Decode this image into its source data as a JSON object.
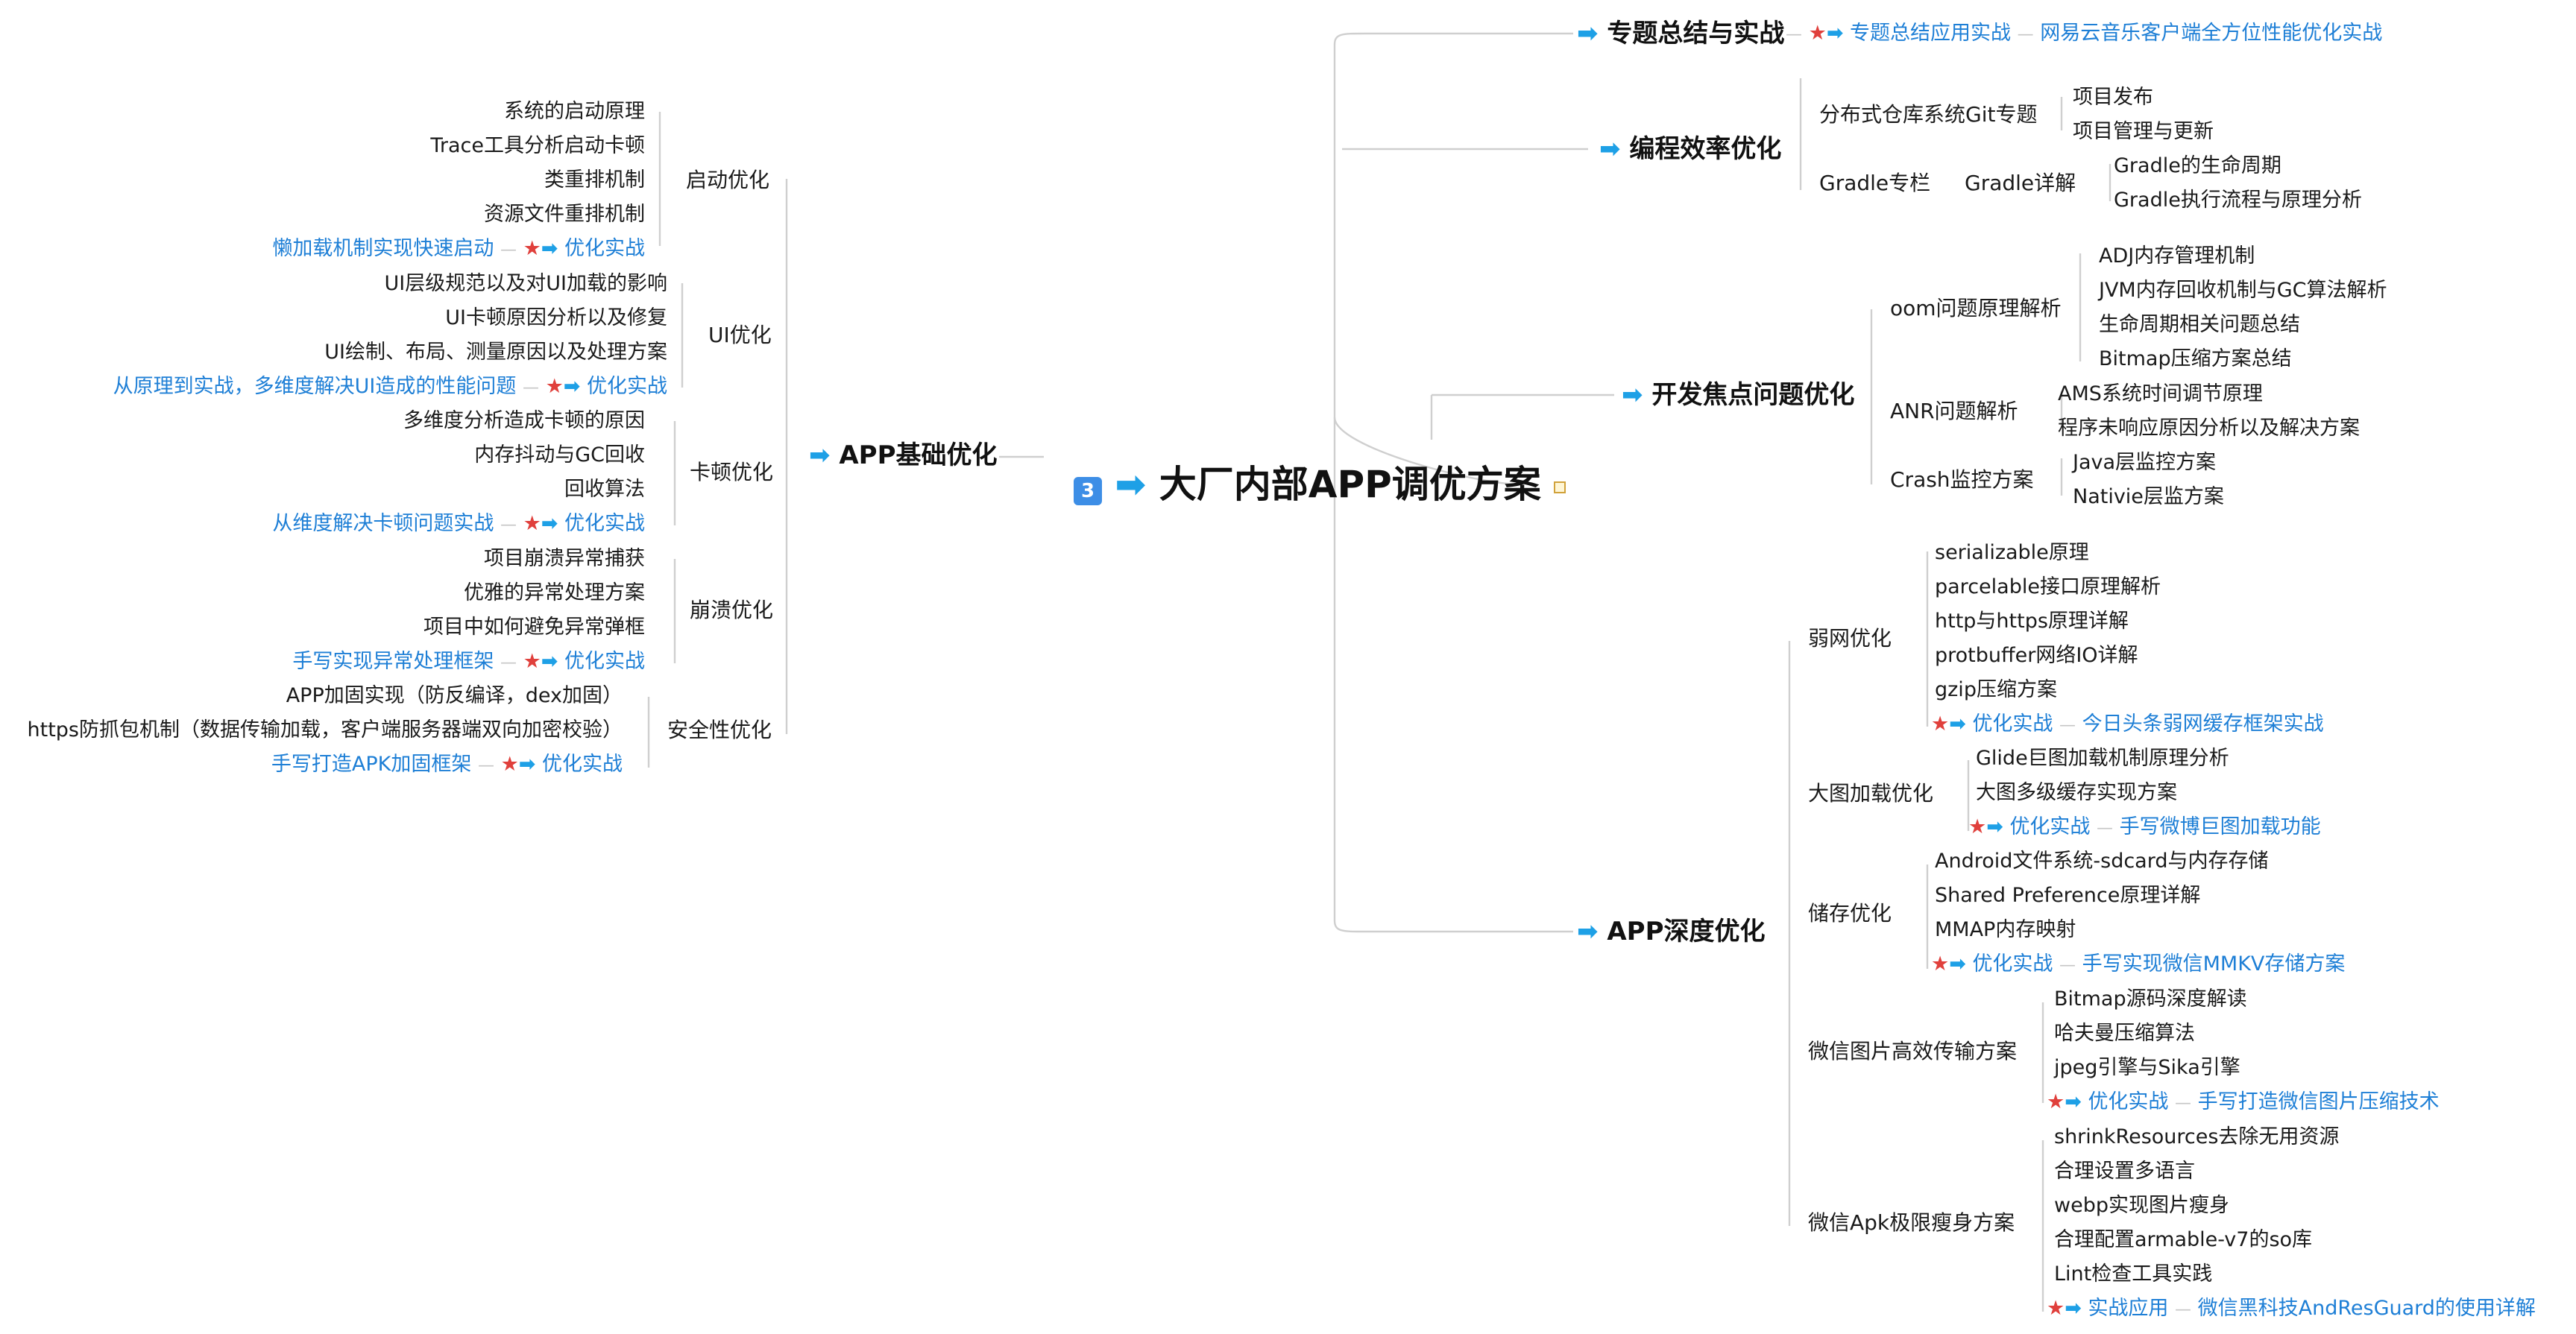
{
  "root": {
    "badge": "3",
    "title": "大厂内部APP调优方案"
  },
  "left": {
    "title": "APP基础优化",
    "groups": [
      {
        "label": "启动优化",
        "items": [
          "系统的启动原理",
          "Trace工具分析启动卡顿",
          "类重排机制",
          "资源文件重排机制"
        ],
        "practice": {
          "link": "懒加载机制实现快速启动",
          "label": "优化实战"
        }
      },
      {
        "label": "UI优化",
        "items": [
          "UI层级规范以及对UI加载的影响",
          "UI卡顿原因分析以及修复",
          "UI绘制、布局、测量原因以及处理方案"
        ],
        "practice": {
          "link": "从原理到实战，多维度解决UI造成的性能问题",
          "label": "优化实战"
        }
      },
      {
        "label": "卡顿优化",
        "items": [
          "多维度分析造成卡顿的原因",
          "内存抖动与GC回收",
          "回收算法"
        ],
        "practice": {
          "link": "从维度解决卡顿问题实战",
          "label": "优化实战"
        }
      },
      {
        "label": "崩溃优化",
        "items": [
          "项目崩溃异常捕获",
          "优雅的异常处理方案",
          "项目中如何避免异常弹框"
        ],
        "practice": {
          "link": "手写实现异常处理框架",
          "label": "优化实战"
        }
      },
      {
        "label": "安全性优化",
        "items": [
          "APP加固实现（防反编译，dex加固）",
          "https防抓包机制（数据传输加载，客户端服务器端双向加密校验）"
        ],
        "practice": {
          "link": "手写打造APK加固框架",
          "label": "优化实战"
        }
      }
    ]
  },
  "topics": {
    "title": "专题总结与实战",
    "practice": "专题总结应用实战",
    "link": "网易云音乐客户端全方位性能优化实战"
  },
  "efficiency": {
    "title": "编程效率优化",
    "git": {
      "label": "分布式仓库系统Git专题",
      "items": [
        "项目发布",
        "项目管理与更新"
      ]
    },
    "gradle": {
      "label": "Gradle专栏",
      "sub": "Gradle详解",
      "items": [
        "Gradle的生命周期",
        "Gradle执行流程与原理分析"
      ]
    }
  },
  "focus": {
    "title": "开发焦点问题优化",
    "groups": [
      {
        "label": "oom问题原理解析",
        "items": [
          "ADJ内存管理机制",
          "JVM内存回收机制与GC算法解析",
          "生命周期相关问题总结",
          "Bitmap压缩方案总结"
        ]
      },
      {
        "label": "ANR问题解析",
        "items": [
          "AMS系统时间调节原理",
          "程序未响应原因分析以及解决方案"
        ]
      },
      {
        "label": "Crash监控方案",
        "items": [
          "Java层监控方案",
          "Nativie层监方案"
        ]
      }
    ]
  },
  "deep": {
    "title": "APP深度优化",
    "groups": [
      {
        "label": "弱网优化",
        "items": [
          "serializable原理",
          "parcelable接口原理解析",
          "http与https原理详解",
          "protbuffer网络IO详解",
          "gzip压缩方案"
        ],
        "practice": {
          "label": "优化实战",
          "link": "今日头条弱网缓存框架实战"
        }
      },
      {
        "label": "大图加载优化",
        "items": [
          "Glide巨图加载机制原理分析",
          "大图多级缓存实现方案"
        ],
        "practice": {
          "label": "优化实战",
          "link": "手写微博巨图加载功能"
        }
      },
      {
        "label": "储存优化",
        "items": [
          "Android文件系统-sdcard与内存存储",
          "Shared Preference原理详解",
          "MMAP内存映射"
        ],
        "practice": {
          "label": "优化实战",
          "link": "手写实现微信MMKV存储方案"
        }
      },
      {
        "label": "微信图片高效传输方案",
        "items": [
          "Bitmap源码深度解读",
          "哈夫曼压缩算法",
          "jpeg引擎与Sika引擎"
        ],
        "practice": {
          "label": "优化实战",
          "link": "手写打造微信图片压缩技术"
        }
      },
      {
        "label": "微信Apk极限瘦身方案",
        "items": [
          "shrinkResources去除无用资源",
          "合理设置多语言",
          "webp实现图片瘦身",
          "合理配置armable-v7的so库",
          "Lint检查工具实践"
        ],
        "practice": {
          "label": "实战应用",
          "link": "微信黑科技AndResGuard的使用详解"
        }
      }
    ]
  },
  "colors": {
    "link": "#1e7fd6",
    "arrow": "#1ea0e6",
    "star": "#e0403c",
    "badge": "#3d8ee6",
    "connector": "#cfcfcf"
  },
  "icons": {
    "arrow": "arrow-right-icon",
    "star": "star-icon",
    "note": "note-icon"
  }
}
